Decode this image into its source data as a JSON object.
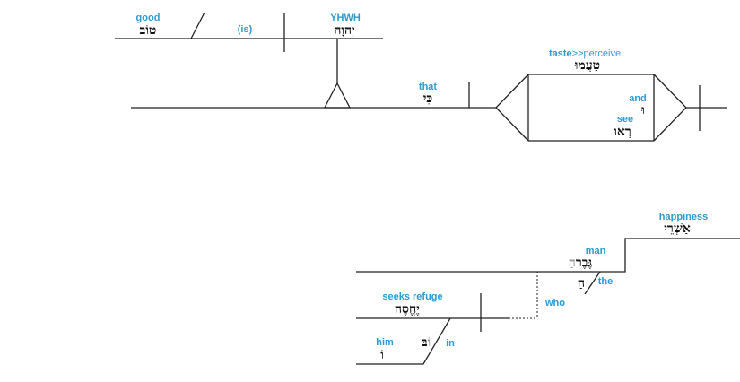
{
  "upper_clause": {
    "predicate_adjective": {
      "gloss": "good",
      "hebrew": "טוֹב"
    },
    "copula": {
      "gloss": "(is)"
    },
    "subject": {
      "gloss": "YHWH",
      "hebrew": "יְהוָה"
    }
  },
  "main_clause": {
    "conjunction": {
      "gloss": "that",
      "hebrew": "כִּי"
    },
    "verb_1": {
      "gloss_bold": "taste",
      "gloss_rest": ">>perceive",
      "hebrew": "טַעֲמוּ"
    },
    "joiner": {
      "gloss": "and",
      "hebrew": "וּ"
    },
    "verb_2": {
      "gloss": "see",
      "hebrew": "רְאוּ"
    }
  },
  "lower_clause": {
    "predicate": {
      "gloss": "happiness",
      "hebrew": "אַשְׁרֵי"
    },
    "noun": {
      "gloss": "man",
      "hebrew": "גֶּבֶר",
      "prefix_grey": "הַ"
    },
    "article": {
      "gloss": "the",
      "hebrew": "הַ"
    },
    "relative": {
      "gloss": "who"
    },
    "rel_verb": {
      "gloss": "seeks refuge",
      "hebrew": "יֶחֱסֶה"
    },
    "object": {
      "gloss": "him",
      "hebrew": "וֹ"
    },
    "preposition": {
      "gloss": "in",
      "hebrew": "בּ",
      "hebrew_grey": "וֹ"
    }
  }
}
